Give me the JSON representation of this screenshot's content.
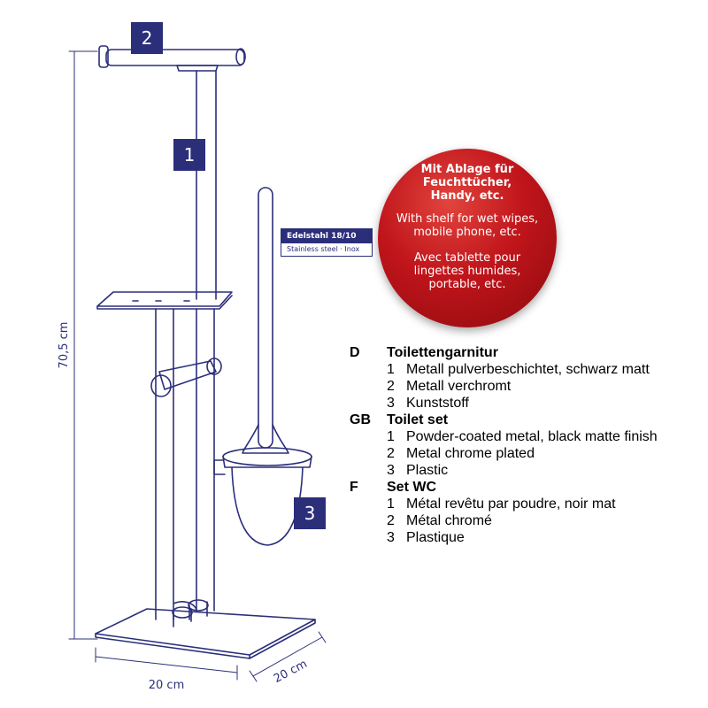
{
  "dimensions": {
    "height": "70,5 cm",
    "width": "20 cm",
    "depth": "20 cm"
  },
  "callouts": [
    "2",
    "1",
    "3"
  ],
  "material_tag": {
    "title": "Edelstahl 18/10",
    "subtitle": "Stainless steel · Inox"
  },
  "promo": {
    "de": "Mit Ablage für\nFeuchttücher,\nHandy, etc.",
    "en": "With shelf for wet wipes,\nmobile phone, etc.",
    "fr": "Avec tablette pour\nlingettes humides,\nportable, etc."
  },
  "legend": [
    {
      "code": "D",
      "title": "Toilettengarnitur",
      "items": [
        {
          "num": "1",
          "text": "Metall pulverbeschichtet, schwarz matt"
        },
        {
          "num": "2",
          "text": "Metall verchromt"
        },
        {
          "num": "3",
          "text": "Kunststoff"
        }
      ]
    },
    {
      "code": "GB",
      "title": "Toilet set",
      "items": [
        {
          "num": "1",
          "text": "Powder-coated metal, black matte finish"
        },
        {
          "num": "2",
          "text": "Metal chrome plated"
        },
        {
          "num": "3",
          "text": "Plastic"
        }
      ]
    },
    {
      "code": "F",
      "title": "Set WC",
      "items": [
        {
          "num": "1",
          "text": "Métal revêtu par poudre, noir mat"
        },
        {
          "num": "2",
          "text": "Métal chromé"
        },
        {
          "num": "3",
          "text": "Plastique"
        }
      ]
    }
  ],
  "colors": {
    "line": "#2b2f7a",
    "badge": "#2b2f7a",
    "promo": "#c0151b"
  }
}
